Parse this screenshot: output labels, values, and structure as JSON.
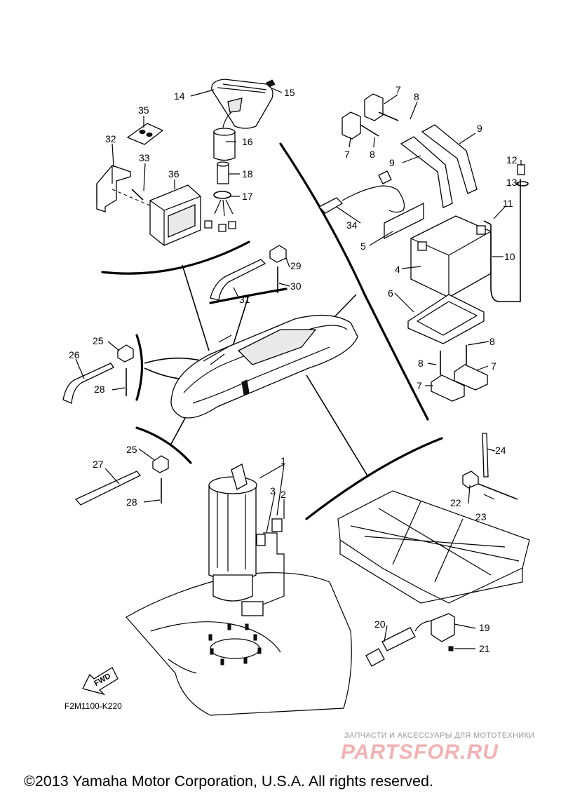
{
  "figure_code": "F2M1100-K220",
  "fwd_label": "FWD",
  "copyright": "©2013 Yamaha Motor Corporation, U.S.A. All rights reserved.",
  "watermark": {
    "subtitle": "ЗАПЧАСТИ И АКСЕССУАРЫ ДЛЯ МОТОТЕХНИКИ",
    "logo": "PARTSFOR.RU"
  },
  "labels": {
    "p1": "1",
    "p2": "2",
    "p3": "3",
    "p4": "4",
    "p5": "5",
    "p6": "6",
    "p7": "7",
    "p8": "8",
    "p9": "9",
    "p10": "10",
    "p11": "11",
    "p12": "12",
    "p13": "13",
    "p14": "14",
    "p15": "15",
    "p16": "16",
    "p17": "17",
    "p18": "18",
    "p19": "19",
    "p20": "20",
    "p21": "21",
    "p22": "22",
    "p23": "23",
    "p24": "24",
    "p25": "25",
    "p26": "26",
    "p27": "27",
    "p28": "28",
    "p29": "29",
    "p30": "30",
    "p31": "31",
    "p32": "32",
    "p33": "33",
    "p34": "34",
    "p35": "35",
    "p36": "36"
  }
}
